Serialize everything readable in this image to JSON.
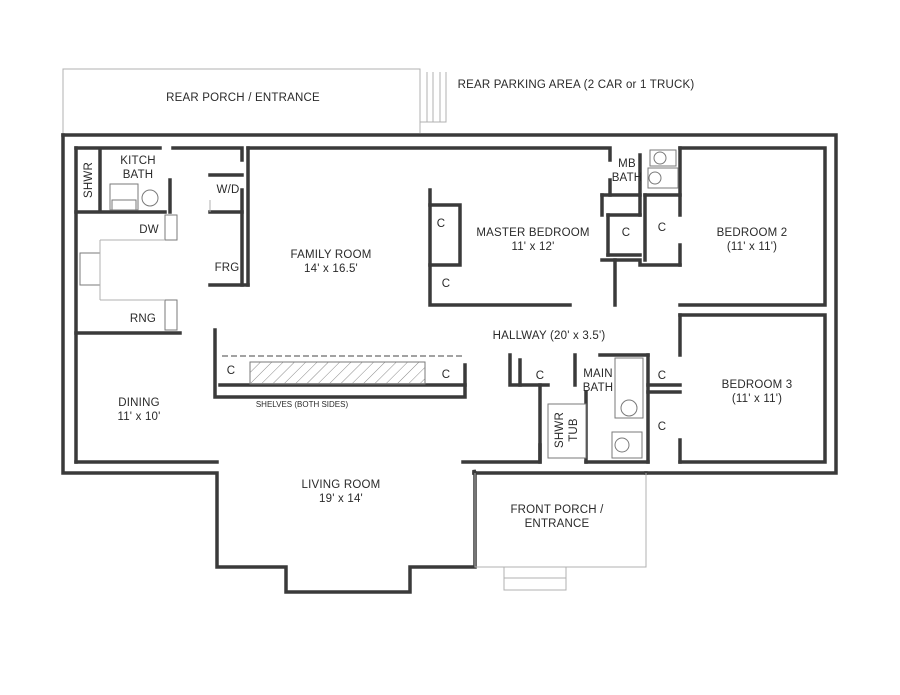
{
  "rooms": {
    "rear_porch": "REAR PORCH /  ENTRANCE",
    "rear_parking": "REAR PARKING AREA (2 CAR or 1 TRUCK)",
    "kitchen_bath": [
      "KITCH",
      "BATH"
    ],
    "shower_small": "SHWR",
    "washer_dryer": "W/D",
    "dishwasher": "DW",
    "fridge": "FRG",
    "range": "RNG",
    "family_room": [
      "FAMILY ROOM",
      "14' x 16.5'"
    ],
    "master_bedroom": [
      "MASTER BEDROOM",
      "11' x 12'"
    ],
    "mb_bath": [
      "MB",
      "BATH"
    ],
    "bedroom2": [
      "BEDROOM 2",
      "(11' x 11')"
    ],
    "hallway": "HALLWAY (20' x 3.5')",
    "dining": [
      "DINING",
      "11' x 10'"
    ],
    "shelves": "SHELVES (BOTH SIDES)",
    "main_bath": [
      "MAIN",
      "BATH"
    ],
    "shower_tub": [
      "SHWR",
      "TUB"
    ],
    "bedroom3": [
      "BEDROOM 3",
      "(11' x 11')"
    ],
    "living_room": [
      "LIVING ROOM",
      "19' x 14'"
    ],
    "front_porch": [
      "FRONT PORCH /",
      "ENTRANCE"
    ],
    "closet": "C"
  }
}
